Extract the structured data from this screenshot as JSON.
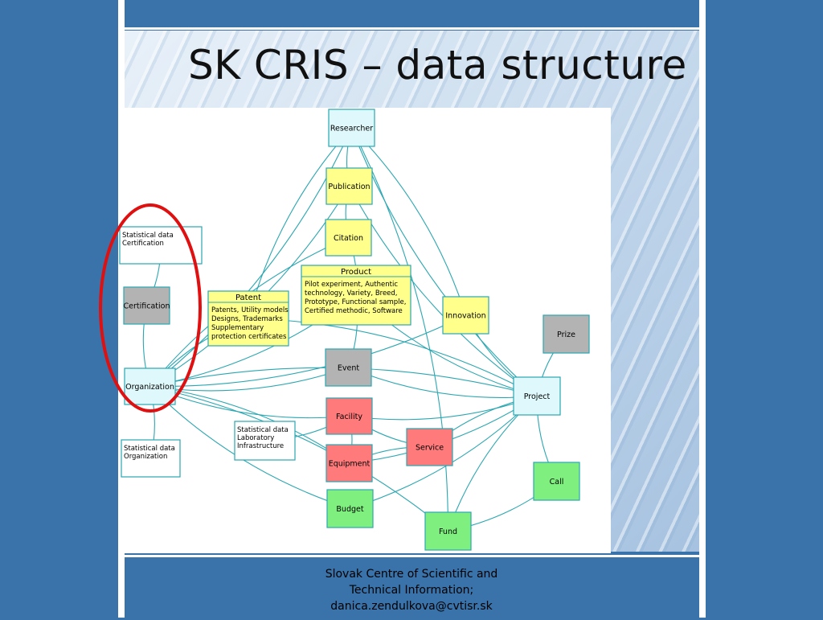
{
  "slide": {
    "title": "SK CRIS – data structure",
    "footer": {
      "line1": "Slovak Centre of Scientific and",
      "line2": "Technical Information;",
      "line3": "danica.zendulkova@cvtisr.sk"
    }
  },
  "colors": {
    "cyan": "#dff8fb",
    "yellow": "#ffff8c",
    "gray": "#b3b3b3",
    "red": "#ff7b7b",
    "green": "#7ff07f",
    "white": "#ffffff",
    "connector": "#2aa7b2",
    "highlight": "#e01010"
  },
  "diagram": {
    "nodes": [
      {
        "id": "researcher",
        "color": "cyan",
        "lines": [
          "Researcher"
        ]
      },
      {
        "id": "publication",
        "color": "yellow",
        "lines": [
          "Publication"
        ]
      },
      {
        "id": "citation",
        "color": "yellow",
        "lines": [
          "Citation"
        ]
      },
      {
        "id": "product",
        "color": "yellow",
        "header": "Product",
        "lines": [
          "Pilot experiment, Authentic",
          "technology, Variety, Breed,",
          "Prototype, Functional sample,",
          "Certified methodic, Software"
        ]
      },
      {
        "id": "patent",
        "color": "yellow",
        "header": "Patent",
        "lines": [
          "Patents, Utility models",
          "Designs, Trademarks",
          "Supplementary",
          "protection certificates"
        ]
      },
      {
        "id": "innovation",
        "color": "yellow",
        "lines": [
          "Innovation"
        ]
      },
      {
        "id": "prize",
        "color": "gray",
        "lines": [
          "Prize"
        ]
      },
      {
        "id": "stat-cert",
        "color": "white",
        "lines": [
          "Statistical data",
          "Certification"
        ]
      },
      {
        "id": "certification",
        "color": "gray",
        "lines": [
          "Certification"
        ]
      },
      {
        "id": "organization",
        "color": "cyan",
        "lines": [
          "Organization"
        ]
      },
      {
        "id": "stat-org",
        "color": "white",
        "lines": [
          "Statistical data",
          "Organization"
        ]
      },
      {
        "id": "event",
        "color": "gray",
        "lines": [
          "Event"
        ]
      },
      {
        "id": "project",
        "color": "cyan",
        "lines": [
          "Project"
        ]
      },
      {
        "id": "facility",
        "color": "red",
        "lines": [
          "Facility"
        ]
      },
      {
        "id": "stat-lab",
        "color": "white",
        "lines": [
          "Statistical data",
          "Laboratory",
          "Infrastructure"
        ]
      },
      {
        "id": "service",
        "color": "red",
        "lines": [
          "Service"
        ]
      },
      {
        "id": "equipment",
        "color": "red",
        "lines": [
          "Equipment"
        ]
      },
      {
        "id": "budget",
        "color": "green",
        "lines": [
          "Budget"
        ]
      },
      {
        "id": "call",
        "color": "green",
        "lines": [
          "Call"
        ]
      },
      {
        "id": "fund",
        "color": "green",
        "lines": [
          "Fund"
        ]
      }
    ],
    "edges": [
      [
        "researcher",
        "publication"
      ],
      [
        "researcher",
        "organization"
      ],
      [
        "researcher",
        "project"
      ],
      [
        "researcher",
        "innovation"
      ],
      [
        "researcher",
        "patent"
      ],
      [
        "researcher",
        "fund"
      ],
      [
        "publication",
        "citation"
      ],
      [
        "publication",
        "organization"
      ],
      [
        "publication",
        "project"
      ],
      [
        "citation",
        "product"
      ],
      [
        "citation",
        "organization"
      ],
      [
        "product",
        "organization"
      ],
      [
        "product",
        "project"
      ],
      [
        "product",
        "event"
      ],
      [
        "patent",
        "organization"
      ],
      [
        "patent",
        "project"
      ],
      [
        "innovation",
        "project"
      ],
      [
        "innovation",
        "organization"
      ],
      [
        "prize",
        "project"
      ],
      [
        "stat-cert",
        "certification"
      ],
      [
        "certification",
        "organization"
      ],
      [
        "organization",
        "stat-org"
      ],
      [
        "organization",
        "event"
      ],
      [
        "organization",
        "project"
      ],
      [
        "organization",
        "facility"
      ],
      [
        "organization",
        "equipment"
      ],
      [
        "organization",
        "budget"
      ],
      [
        "organization",
        "fund"
      ],
      [
        "event",
        "project"
      ],
      [
        "facility",
        "equipment"
      ],
      [
        "facility",
        "service"
      ],
      [
        "facility",
        "stat-lab"
      ],
      [
        "facility",
        "project"
      ],
      [
        "equipment",
        "service"
      ],
      [
        "equipment",
        "project"
      ],
      [
        "service",
        "project"
      ],
      [
        "project",
        "call"
      ],
      [
        "project",
        "budget"
      ],
      [
        "project",
        "fund"
      ],
      [
        "call",
        "fund"
      ]
    ]
  }
}
